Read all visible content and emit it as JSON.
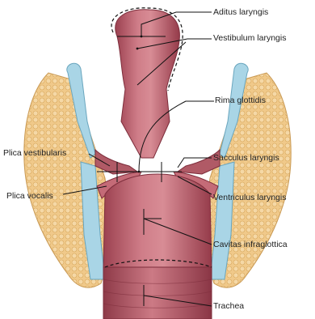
{
  "labels": {
    "aditus": "Aditus laryngis",
    "vestibulum": "Vestibulum laryngis",
    "rima": "Rima glottidis",
    "plica_vestibularis": "Plica vestibularis",
    "sacculus": "Sacculus laryngis",
    "plica_vocalis": "Plica vocalis",
    "ventriculus": "Ventriculus laryngis",
    "cavitas": "Cavitas infraglottica",
    "trachea": "Trachea"
  },
  "colors": {
    "mucosa": "#c46b77",
    "mucosa_dark": "#8e3745",
    "mucosa_light": "#e3a0a6",
    "cartilage": "#a9d5e6",
    "fat": "#f0c98a",
    "fat_dark": "#d9a85c",
    "leader_line": "#111111"
  }
}
